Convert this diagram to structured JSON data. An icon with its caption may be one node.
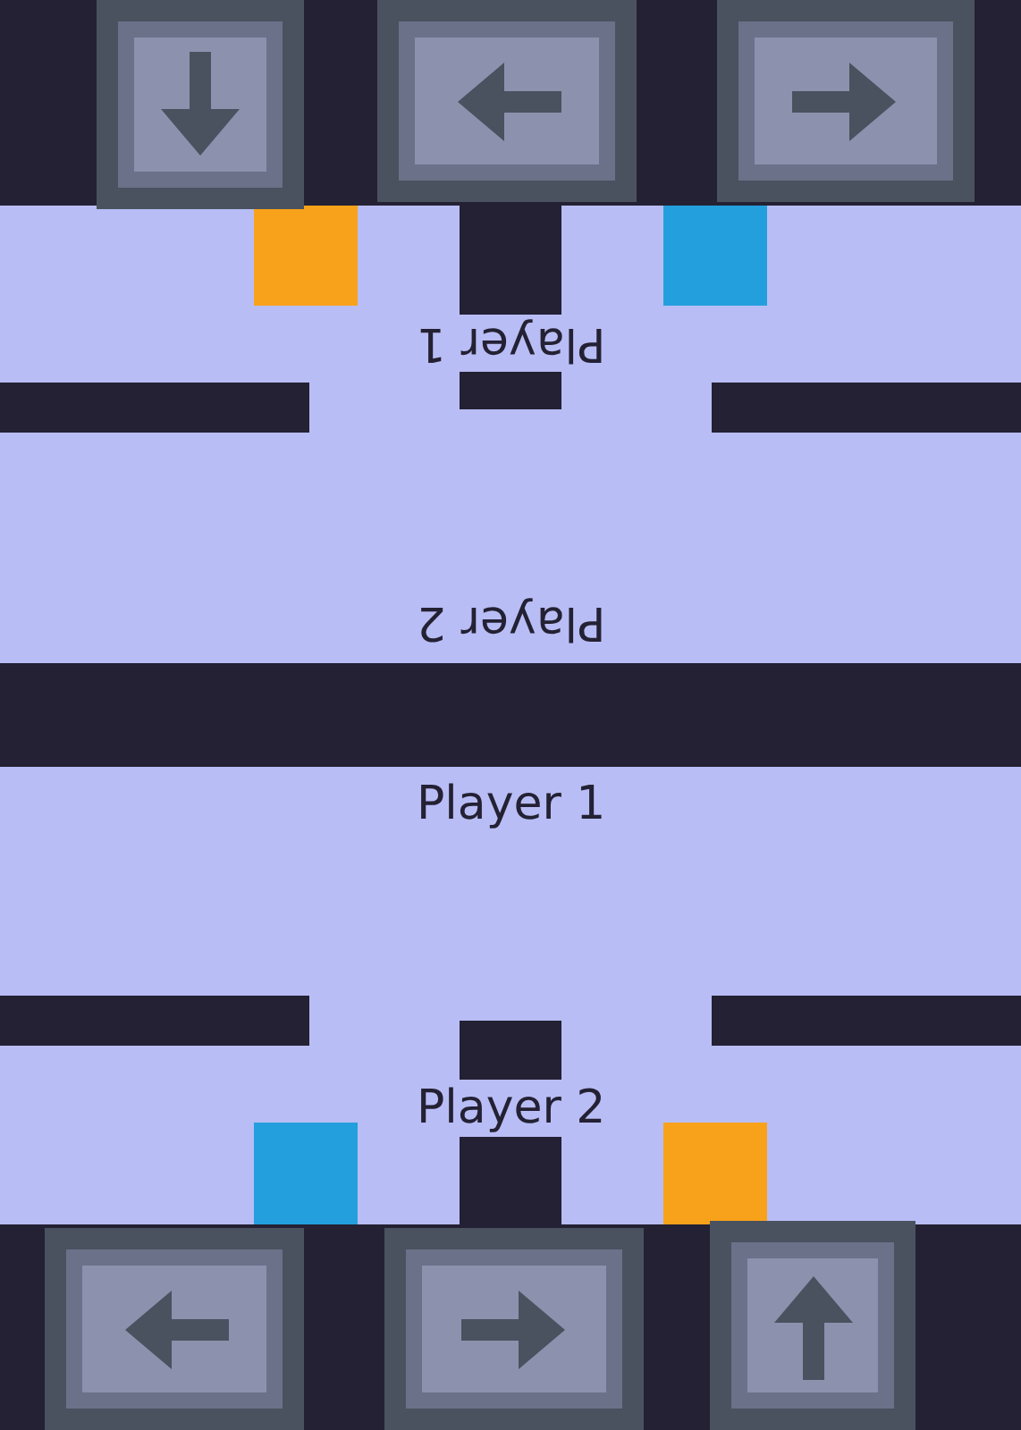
{
  "diagram": {
    "labels": [
      "Player 1",
      "Player 2",
      "Player 1",
      "Player 2"
    ]
  }
}
